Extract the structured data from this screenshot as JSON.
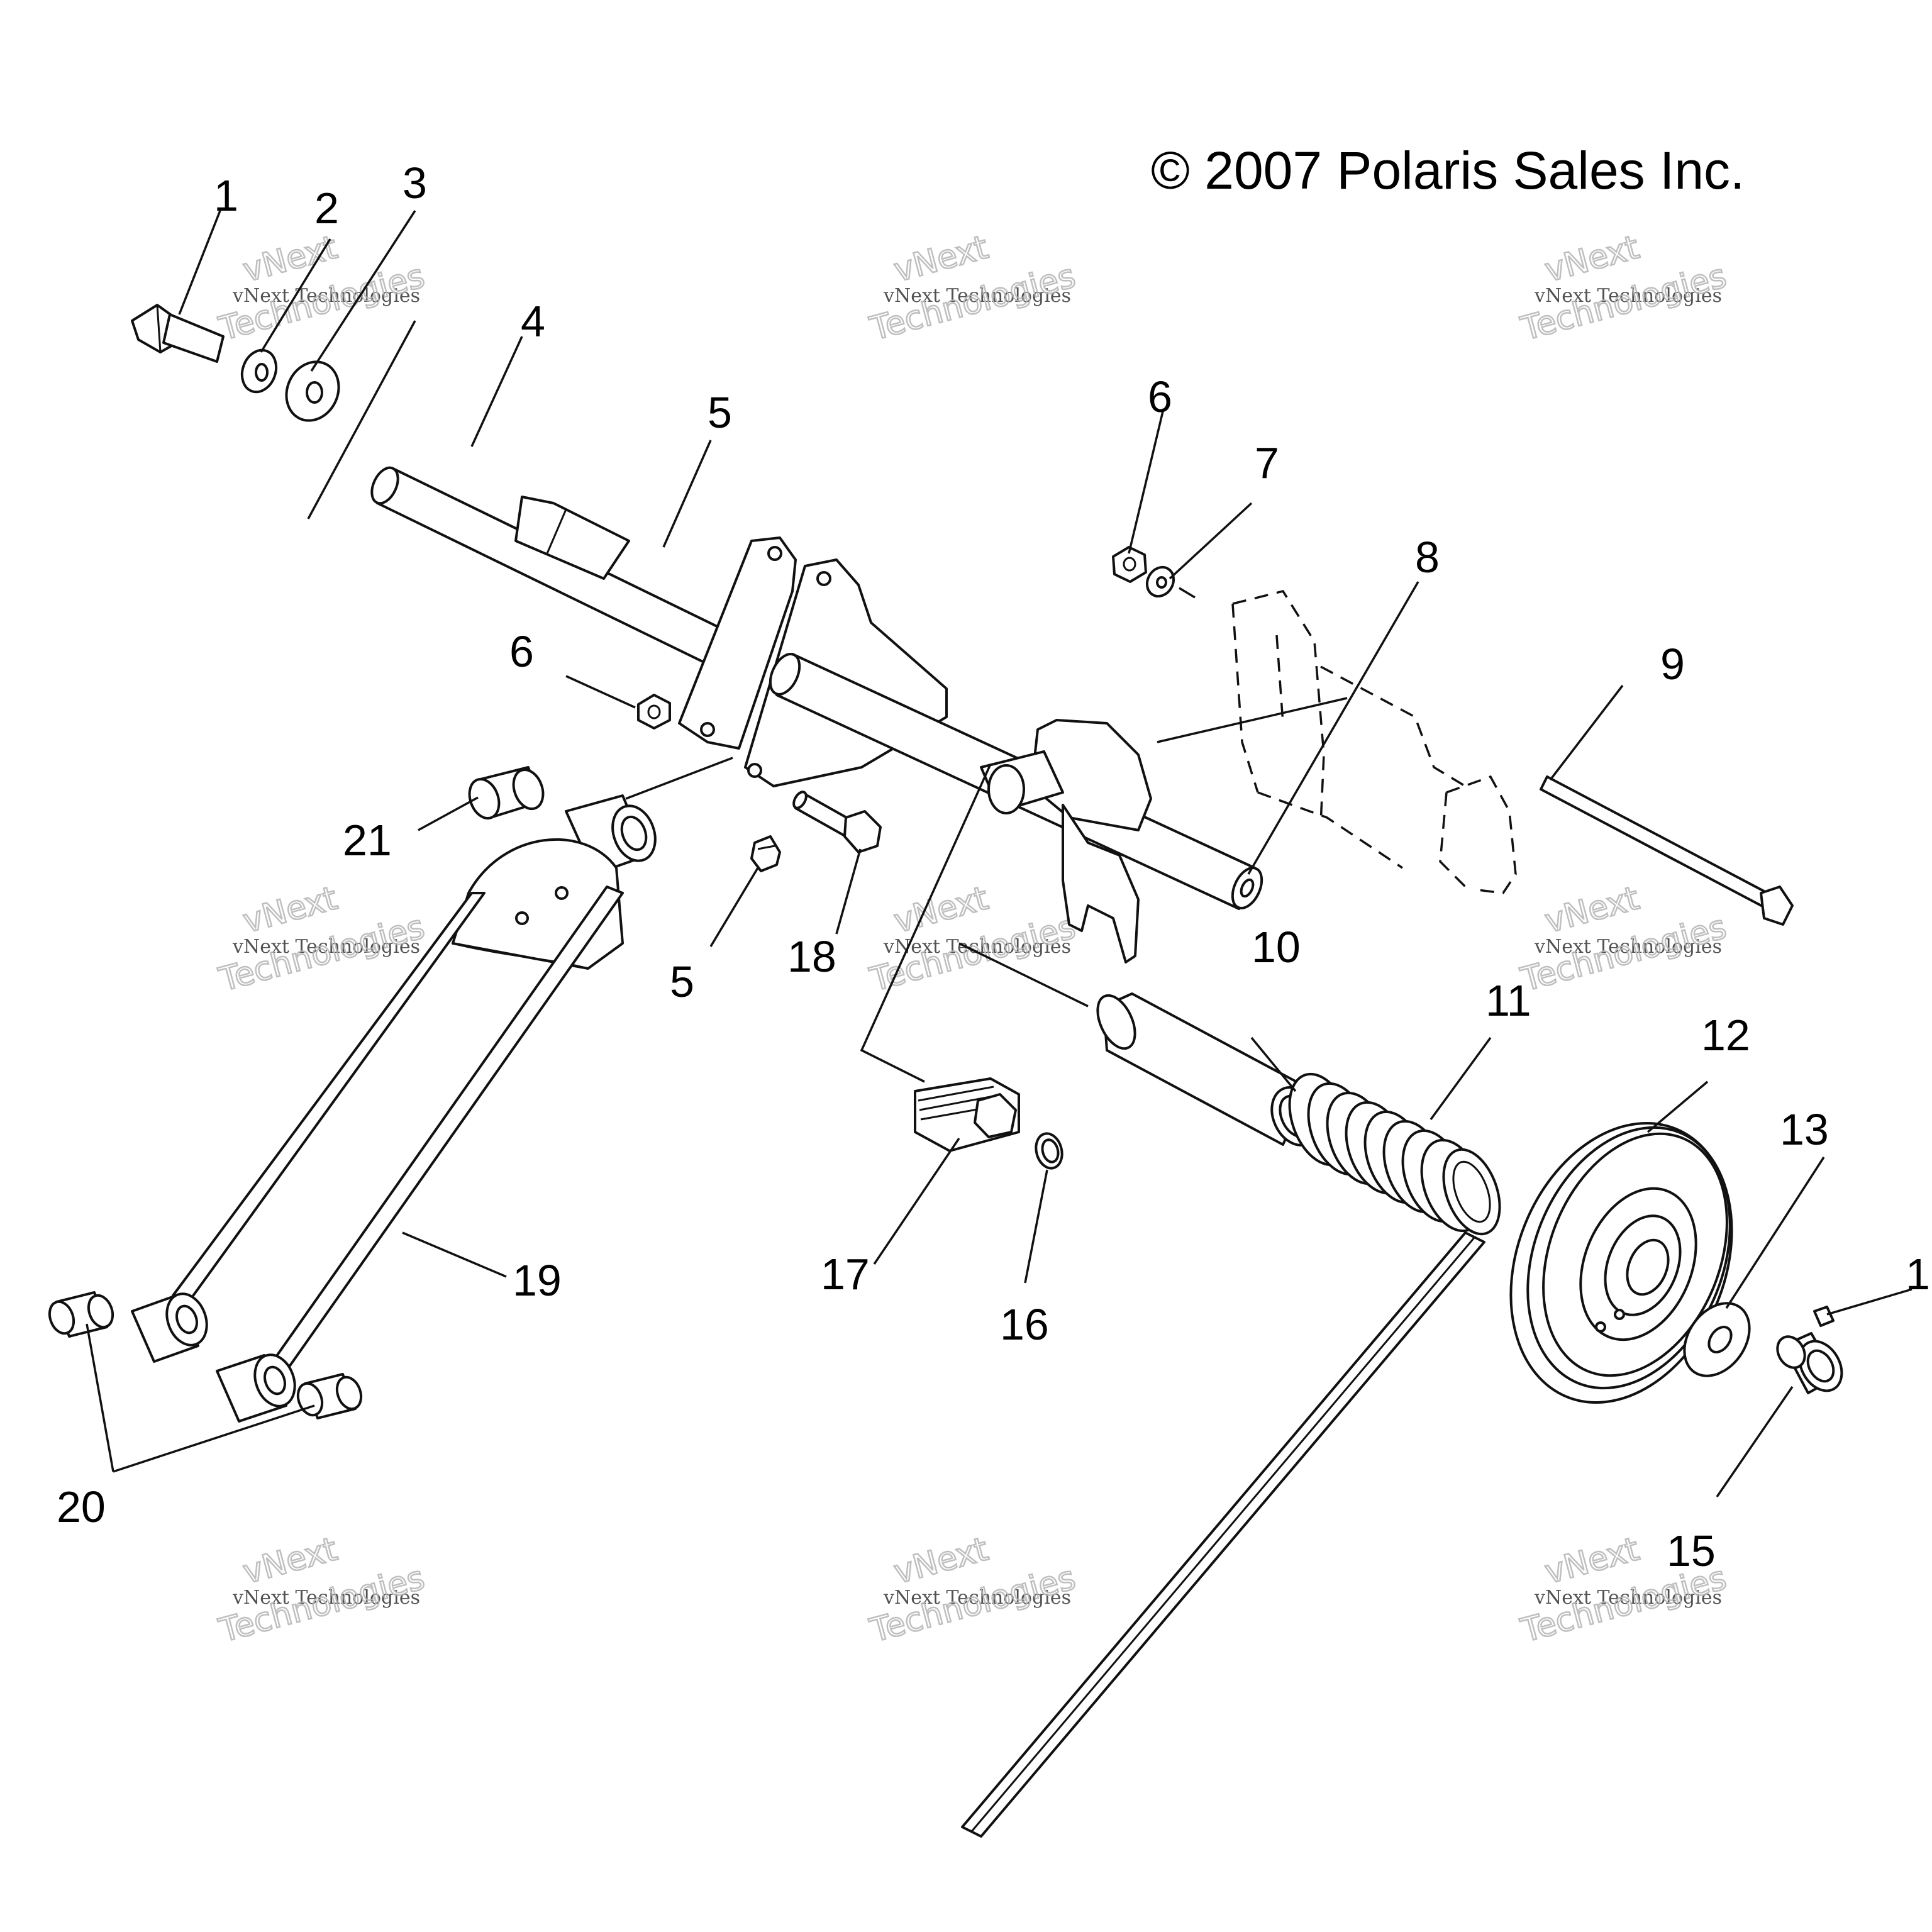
{
  "copyright": "© 2007 Polaris Sales Inc.",
  "watermark": {
    "line1": "vNext Technologies",
    "line2": "vNext",
    "line3": "Technologies"
  },
  "callouts": {
    "c1": "1",
    "c2": "2",
    "c3": "3",
    "c4": "4",
    "c5a": "5",
    "c5b": "5",
    "c6a": "6",
    "c6b": "6",
    "c7": "7",
    "c8": "8",
    "c9": "9",
    "c10": "10",
    "c11": "11",
    "c12": "12",
    "c13": "13",
    "c14": "1",
    "c15": "15",
    "c16": "16",
    "c17": "17",
    "c18": "18",
    "c19": "19",
    "c20": "20",
    "c21": "21"
  }
}
